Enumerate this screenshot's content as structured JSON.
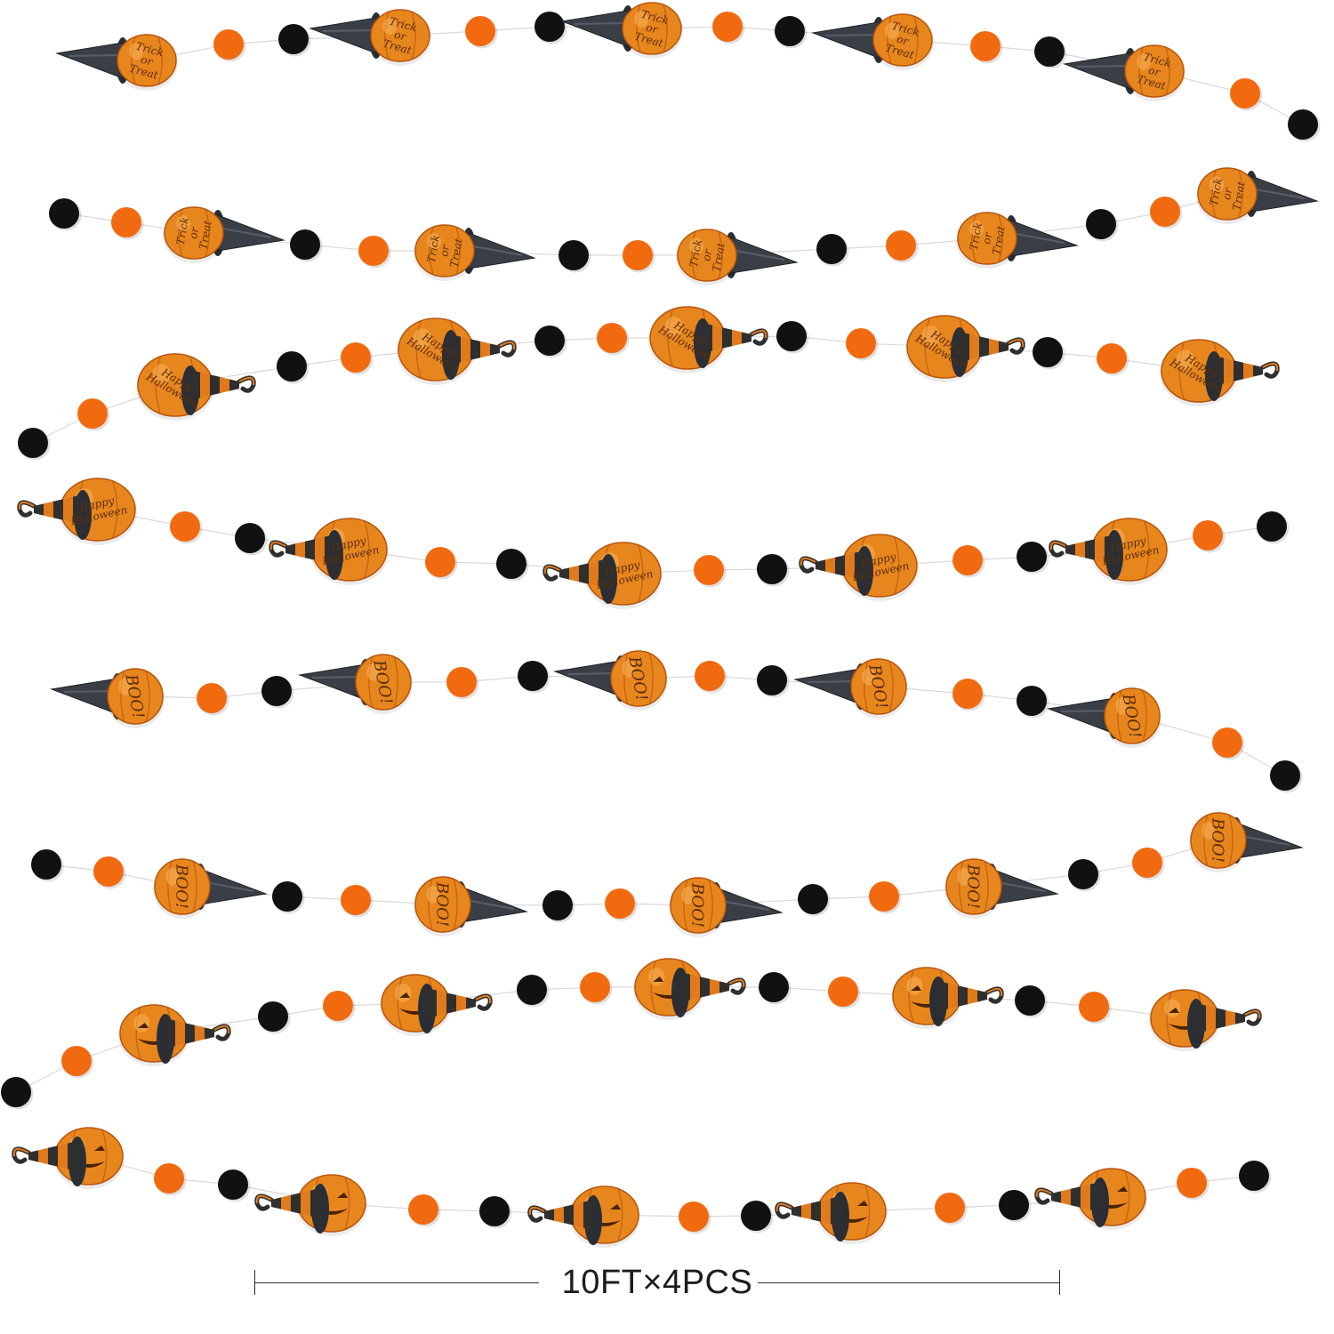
{
  "image": {
    "subject": "garland-product-photo",
    "background": "#ffffff"
  },
  "colors": {
    "orange_dot": "#f26a10",
    "black_dot": "#111111",
    "pumpkin": "#e8861e",
    "pumpkin_dark": "#b8560e",
    "hat_dark": "#3a3f47",
    "stripe_orange": "#e07a1a",
    "string": "#d9d9d9",
    "pumpkin_text": "#5a2e0a"
  },
  "garland_texts": {
    "trick_or_treat": "Trick or Treat",
    "happy_halloween": "Happy Halloween",
    "boo": "BOO!"
  },
  "garlands": [
    {
      "name": "trick-or-treat-garland",
      "pumpkin_style": "pointed-hat",
      "pumpkin_text": "Trick or Treat",
      "strands": 2
    },
    {
      "name": "happy-halloween-garland",
      "pumpkin_style": "striped-hat",
      "pumpkin_text": "Happy Halloween",
      "strands": 2
    },
    {
      "name": "boo-garland",
      "pumpkin_style": "pointed-hat",
      "pumpkin_text": "BOO!",
      "strands": 2
    },
    {
      "name": "jack-o-lantern-garland",
      "pumpkin_style": "striped-hat",
      "pumpkin_text": "",
      "strands": 2
    }
  ],
  "dimension": {
    "label": "10FT×4PCS"
  }
}
